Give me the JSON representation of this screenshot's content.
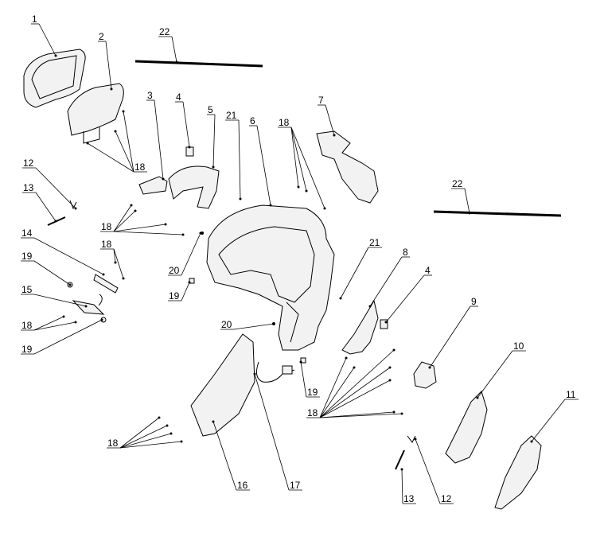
{
  "diagram": {
    "type": "exploded-parts-view",
    "callouts": [
      "1",
      "2",
      "22",
      "3",
      "4",
      "5",
      "21",
      "6",
      "18",
      "7",
      "22",
      "12",
      "13",
      "18",
      "18",
      "14",
      "19",
      "15",
      "18",
      "19",
      "20",
      "19",
      "21",
      "8",
      "4",
      "9",
      "10",
      "11",
      "20",
      "19",
      "18",
      "18",
      "16",
      "17",
      "13",
      "12",
      "18"
    ]
  }
}
